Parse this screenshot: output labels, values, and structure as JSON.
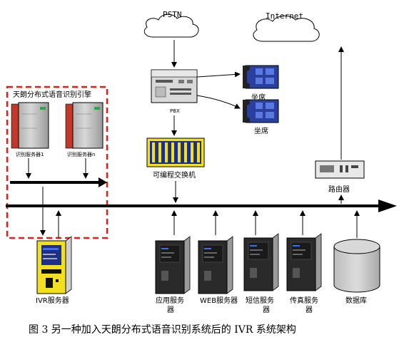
{
  "clouds": {
    "pstn": "PSTN",
    "internet": "Internet"
  },
  "engine": {
    "title": "天朗分布式语音识别引擎",
    "server1": "识别服务器1",
    "server_n": "识别服务器n"
  },
  "pbx": {
    "label": "PBX"
  },
  "agents": {
    "agent1": "坐席",
    "agent2": "坐席"
  },
  "switch": {
    "label": "可编程交换机"
  },
  "router": {
    "label": "路由器"
  },
  "servers": {
    "ivr": "IVR服务器",
    "app_line1": "应用服务",
    "app_line2": "器",
    "web": "WEB服务器",
    "sms_line1": "短信服务",
    "sms_line2": "器",
    "fax_line1": "传真服务",
    "fax_line2": "器",
    "database": "数据库"
  },
  "caption": "图 3  另一种加入天朗分布式语音识别系统后的 IVR 系统架构",
  "colors": {
    "accent_red": "#e0201a",
    "switch_yellow": "#f2e020",
    "bus_line": "#000000"
  }
}
